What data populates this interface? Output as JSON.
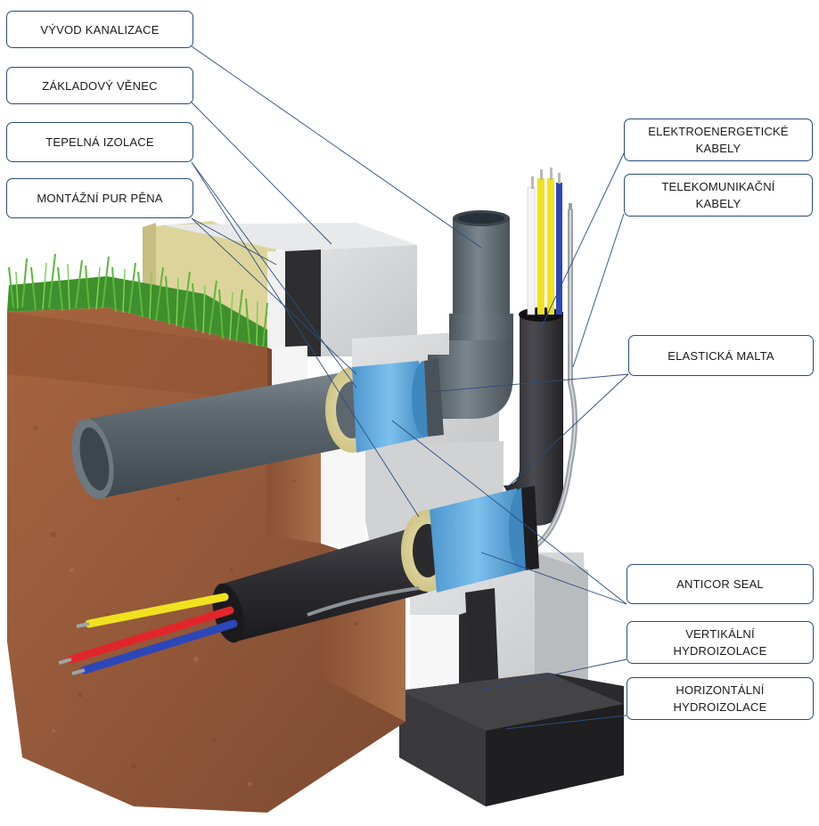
{
  "labels": {
    "vyvod_kanalizace": "VÝVOD KANALIZACE",
    "zakladovy_venec": "ZÁKLADOVÝ VĚNEC",
    "tepelna_izolace": "TEPELNÁ IZOLACE",
    "montazni_pur_pena": "MONTÁŽNÍ PUR PĚNA",
    "elektroenergeticke_kabely": [
      "ELEKTROENERGETICKÉ",
      "KABELY"
    ],
    "telekomunikacni_kabely": [
      "TELEKOMUNIKAČNÍ",
      "KABELY"
    ],
    "elasticka_malta": "ELASTICKÁ MALTA",
    "anticor_seal": "ANTICOR SEAL",
    "vertikalni_hydroizolace": [
      "VERTIKÁLNÍ",
      "HYDROIZOLACE"
    ],
    "horizontalni_hydroizolace": [
      "HORIZONTÁLNÍ",
      "HYDROIZOLACE"
    ]
  },
  "colors": {
    "label_border": "#2a4d7f",
    "pipe_gray": "#5f6b73",
    "pipe_black": "#2b2b2e",
    "seal_blue": "#5fa8dc",
    "insulation_yellow": "#d9cf93",
    "soil": "#9a5a3b",
    "grass": "#4fa236",
    "concrete": "#d3d5d6",
    "waterproofing": "#2c2c2c",
    "cable_yellow": "#f0e21e",
    "cable_red": "#e0262b",
    "cable_blue": "#2c47b8",
    "cable_white": "#f4f4f4"
  }
}
